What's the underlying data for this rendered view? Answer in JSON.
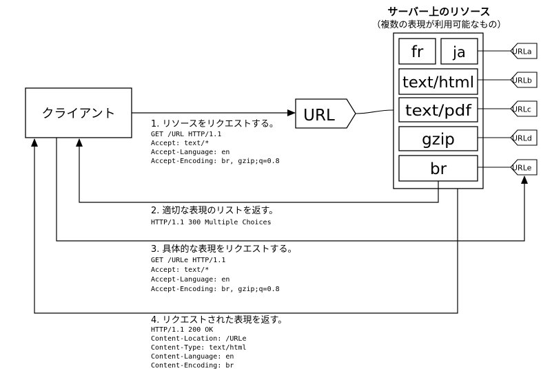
{
  "server": {
    "title": "サーバー上のリソース",
    "subtitle": "（複数の表現が利用可能なもの）",
    "resources": [
      {
        "label": "fr"
      },
      {
        "label": "ja"
      },
      {
        "label": "text/html"
      },
      {
        "label": "text/pdf"
      },
      {
        "label": "gzip"
      },
      {
        "label": "br"
      }
    ],
    "url_tags": [
      "URLa",
      "URLb",
      "URLc",
      "URLd",
      "URLe"
    ]
  },
  "client": {
    "label": "クライアント"
  },
  "url_node": {
    "label": "URL"
  },
  "steps": [
    {
      "heading": "1. リソースをリクエストする。",
      "lines": [
        "GET /URL HTTP/1.1",
        "Accept: text/*",
        "Accept-Language: en",
        "Accept-Encoding: br, gzip;q=0.8"
      ]
    },
    {
      "heading": "2. 適切な表現のリストを返す。",
      "lines": [
        "HTTP/1.1 300 Multiple Choices"
      ]
    },
    {
      "heading": "3. 具体的な表現をリクエストする。",
      "lines": [
        "GET /URLe HTTP/1.1",
        "Accept: text/*",
        "Accept-Language: en",
        "Accept-Encoding: br, gzip;q=0.8"
      ]
    },
    {
      "heading": "4. リクエストされた表現を返す。",
      "lines": [
        "HTTP/1.1 200 OK",
        "Content-Location: /URLe",
        "Content-Type: text/html",
        "Content-Language: en",
        "Content-Encoding: br"
      ]
    }
  ]
}
